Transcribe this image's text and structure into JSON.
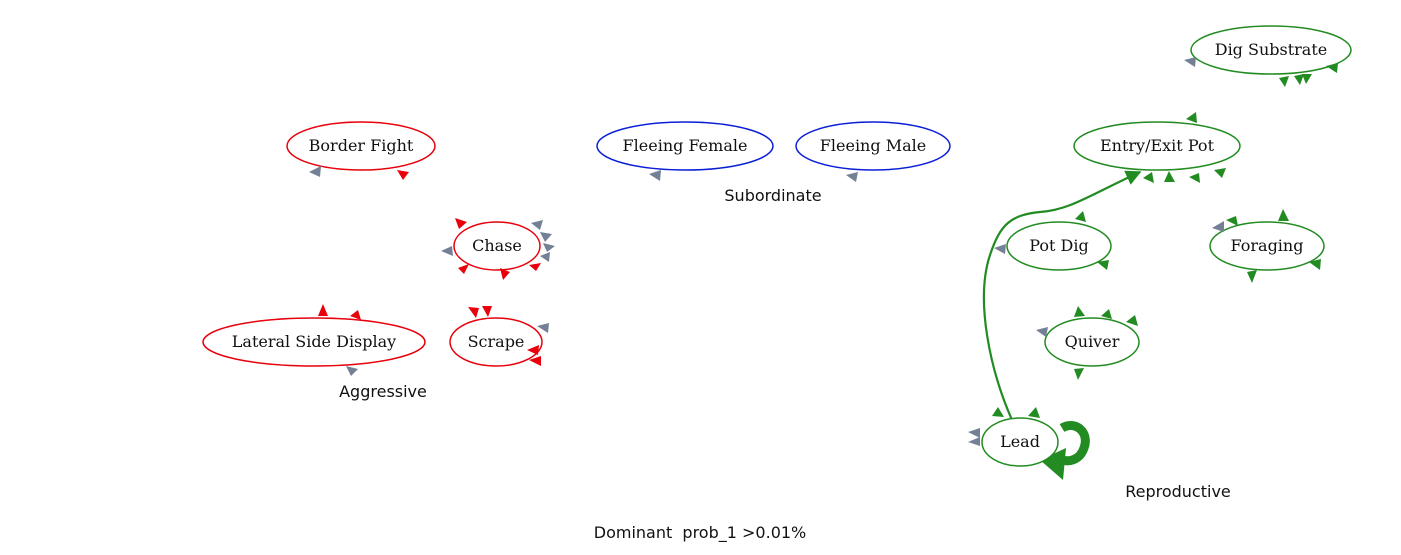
{
  "caption": "Dominant  prob_1 >0.01%",
  "colors": {
    "aggressive": "#e8000b",
    "subordinate": "#0a1fd6",
    "reproductive": "#228b22",
    "self_loop_marker": "#738096"
  },
  "clusters": [
    {
      "id": "aggressive",
      "label": "Aggressive"
    },
    {
      "id": "subordinate",
      "label": "Subordinate"
    },
    {
      "id": "reproductive",
      "label": "Reproductive"
    }
  ],
  "nodes": [
    {
      "id": "border_fight",
      "label": "Border Fight",
      "group": "aggressive"
    },
    {
      "id": "chase",
      "label": "Chase",
      "group": "aggressive"
    },
    {
      "id": "lateral_side_display",
      "label": "Lateral Side Display",
      "group": "aggressive"
    },
    {
      "id": "scrape",
      "label": "Scrape",
      "group": "aggressive"
    },
    {
      "id": "fleeing_female",
      "label": "Fleeing Female",
      "group": "subordinate"
    },
    {
      "id": "fleeing_male",
      "label": "Fleeing Male",
      "group": "subordinate"
    },
    {
      "id": "dig_substrate",
      "label": "Dig Substrate",
      "group": "reproductive"
    },
    {
      "id": "entry_exit_pot",
      "label": "Entry/Exit Pot",
      "group": "reproductive"
    },
    {
      "id": "pot_dig",
      "label": "Pot Dig",
      "group": "reproductive"
    },
    {
      "id": "foraging",
      "label": "Foraging",
      "group": "reproductive"
    },
    {
      "id": "quiver",
      "label": "Quiver",
      "group": "reproductive"
    },
    {
      "id": "lead",
      "label": "Lead",
      "group": "reproductive"
    }
  ],
  "edges": [
    {
      "from": "lead",
      "to": "entry_exit_pot"
    },
    {
      "from": "lead",
      "to": "lead"
    }
  ]
}
